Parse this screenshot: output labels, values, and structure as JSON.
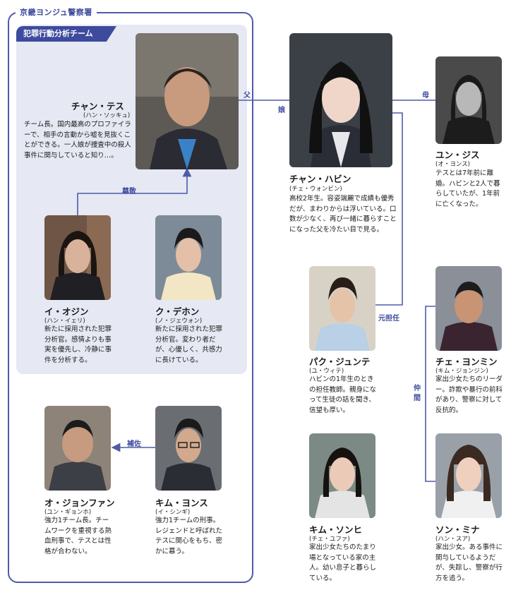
{
  "section_title": "京畿ヨンジュ警察署",
  "team_title": "犯罪行動分析チーム",
  "relations": {
    "father": "父",
    "daughter": "娘",
    "mother": "母",
    "respect": "尊敬",
    "former_teacher": "元担任",
    "companions": "仲間",
    "assist": "補佐"
  },
  "characters": {
    "tes": {
      "name": "チャン・テス",
      "reading": "(ハン・ソッキュ)",
      "desc": "チーム長。国内最高のプロファイラーで、相手の言動から嘘を見抜くことができる。一人娘が捜査中の殺人事件に関与していると知り…。"
    },
    "habin": {
      "name": "チャン・ハビン",
      "reading": "(チェ・ウォンビン)",
      "desc": "高校2年生。容姿端麗で成績も優秀だが、まわりからは浮いている。口数が少なく、再び一緒に暮らすことになった父を冷たい目で見る。"
    },
    "jisu": {
      "name": "ユン・ジス",
      "reading": "(オ・ヨンス)",
      "desc": "テスとは7年前に離婚。ハビンと2人で暮らしていたが、1年前に亡くなった。"
    },
    "ojin": {
      "name": "イ・オジン",
      "reading": "(ハン・イェリ)",
      "desc": "新たに採用された犯罪分析官。感情よりも事実を優先し、冷静に事件を分析する。"
    },
    "dehon": {
      "name": "ク・デホン",
      "reading": "(ノ・ジェウォン)",
      "desc": "新たに採用された犯罪分析官。変わり者だが、心優しく、共感力に長けている。"
    },
    "junte": {
      "name": "パク・ジュンテ",
      "reading": "(ユ・ウィテ)",
      "desc": "ハビンの1年生のときの担任教師。親身になって生徒の話を聞き、信望も厚い。"
    },
    "yonmin": {
      "name": "チェ・ヨンミン",
      "reading": "(キム・ジョンジン)",
      "desc": "家出少女たちのリーダー。詐欺や暴行の前科があり、警察に対して反抗的。"
    },
    "jonfan": {
      "name": "オ・ジョンファン",
      "reading": "(ユン・ギョンホ)",
      "desc": "強力1チーム長。チームワークを重視する熱血刑事で、テスとは性格が合わない。"
    },
    "yonsu": {
      "name": "キム・ヨンス",
      "reading": "(イ・シンギ)",
      "desc": "強力1チームの刑事。レジェンドと呼ばれたテスに関心をもち、密かに慕う。"
    },
    "sonhi": {
      "name": "キム・ソンヒ",
      "reading": "(チェ・ユファ)",
      "desc": "家出少女たちのたまり場となっている家の主人。幼い息子と暮らしている。"
    },
    "mina": {
      "name": "ソン・ミナ",
      "reading": "(ハン・スア)",
      "desc": "家出少女。ある事件に関与しているようだが、失踪し、警察が行方を追う。"
    }
  },
  "colors": {
    "accent": "#3d4a9e",
    "team_bg": "#e6e8f3",
    "line": "#4f5ba8"
  }
}
